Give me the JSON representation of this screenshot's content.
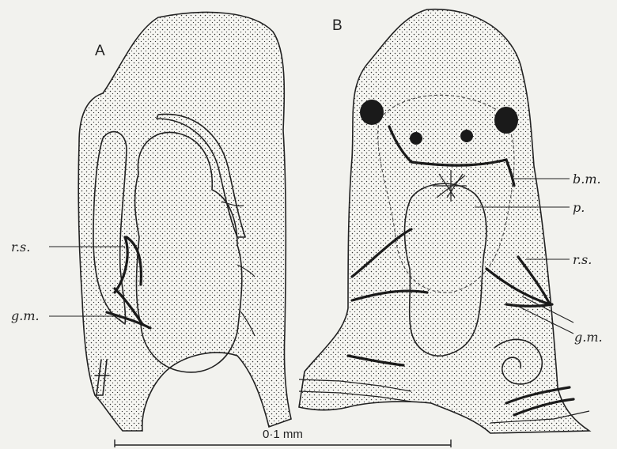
{
  "panels": {
    "a_letter": "A",
    "b_letter": "B"
  },
  "labels": {
    "rs_left": "r.s.",
    "gm_left": "g.m.",
    "bm": "b.m.",
    "p": "p.",
    "rs_right": "r.s.",
    "gm_right": "g.m."
  },
  "scale_bar": {
    "label": "0·1 mm"
  },
  "colors": {
    "ink": "#222222",
    "background": "#f2f2ee"
  }
}
